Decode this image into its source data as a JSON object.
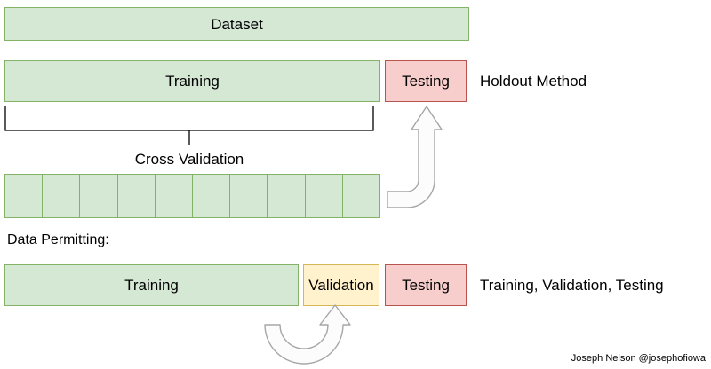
{
  "diagram": {
    "dataset": {
      "label": "Dataset"
    },
    "holdout": {
      "training_label": "Training",
      "testing_label": "Testing",
      "method_label": "Holdout Method"
    },
    "cross_validation": {
      "label": "Cross Validation",
      "fold_count": 10
    },
    "data_permitting": {
      "heading": "Data Permitting:",
      "training_label": "Training",
      "validation_label": "Validation",
      "testing_label": "Testing",
      "method_label": "Training, Validation, Testing"
    },
    "credit": "Joseph Nelson @josephofiowa",
    "colors": {
      "green_fill": "#d5e8d4",
      "green_border": "#82b366",
      "red_fill": "#f8cecc",
      "red_border": "#b85450",
      "yellow_fill": "#fff2cc",
      "yellow_border": "#d6b656",
      "arrow_fill": "#fcfcfc",
      "arrow_border": "#a6a6a6",
      "bracket_stroke": "#000000"
    }
  }
}
